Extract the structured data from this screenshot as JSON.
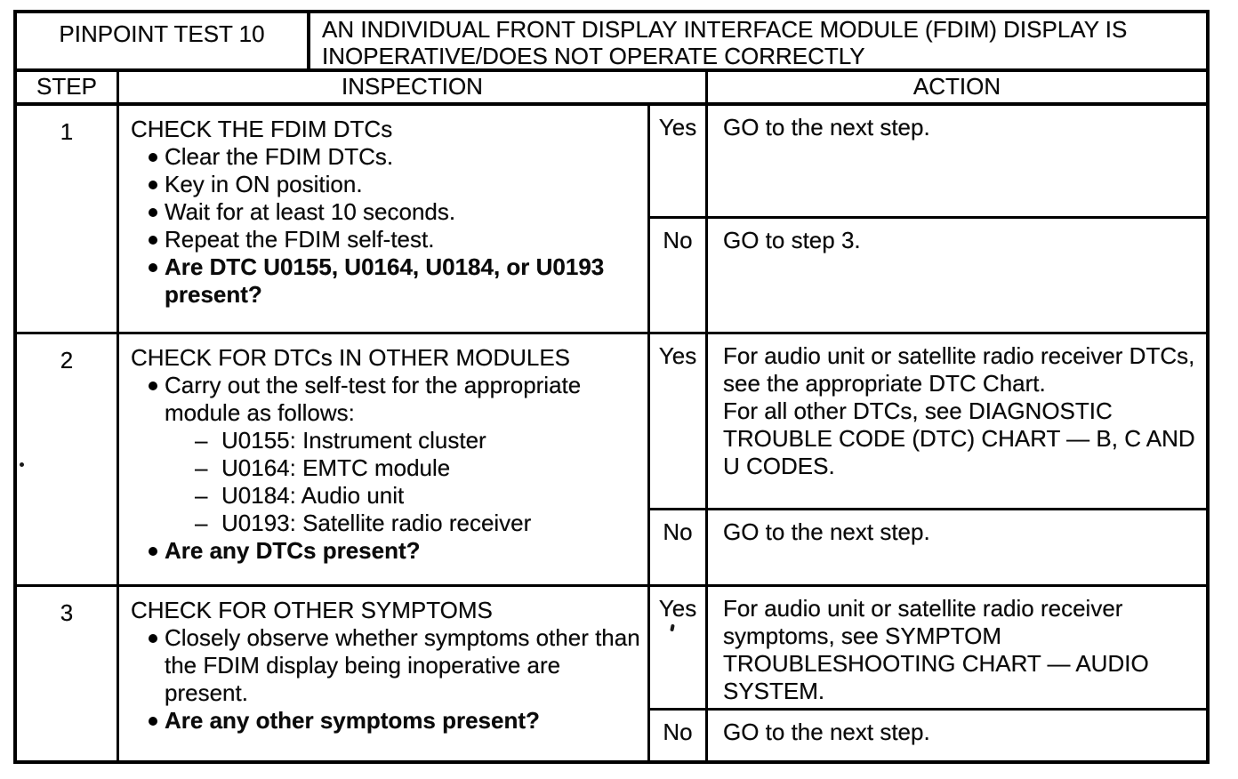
{
  "header": {
    "test_label": "PINPOINT TEST 10",
    "test_description": "AN INDIVIDUAL FRONT DISPLAY INTERFACE MODULE (FDIM) DISPLAY IS INOPERATIVE/DOES NOT OPERATE CORRECTLY"
  },
  "columns": {
    "step": "STEP",
    "inspection": "INSPECTION",
    "action": "ACTION"
  },
  "steps": [
    {
      "number": "1",
      "title": "CHECK THE FDIM DTCs",
      "bullets": [
        {
          "text": "Clear the FDIM DTCs.",
          "bold": false
        },
        {
          "text": "Key in ON position.",
          "bold": false
        },
        {
          "text": "Wait for at least 10 seconds.",
          "bold": false
        },
        {
          "text": "Repeat the FDIM self-test.",
          "bold": false
        },
        {
          "text": "Are DTC U0155, U0164, U0184, or U0193 present?",
          "bold": true
        }
      ],
      "results": [
        {
          "answer": "Yes",
          "action": [
            "GO to the next step."
          ]
        },
        {
          "answer": "No",
          "action": [
            "GO to step 3."
          ]
        }
      ]
    },
    {
      "number": "2",
      "title": "CHECK FOR DTCs IN OTHER MODULES",
      "bullets": [
        {
          "text": "Carry out the self-test for the appropriate module as follows:",
          "bold": false,
          "subitems": [
            "U0155: Instrument cluster",
            "U0164: EMTC module",
            "U0184: Audio unit",
            "U0193: Satellite radio receiver"
          ]
        },
        {
          "text": "Are any DTCs present?",
          "bold": true
        }
      ],
      "results": [
        {
          "answer": "Yes",
          "action": [
            "For audio unit or satellite radio receiver DTCs, see the appropriate DTC Chart.",
            "For all other DTCs, see DIAGNOSTIC TROUBLE CODE (DTC) CHART — B, C AND U CODES."
          ]
        },
        {
          "answer": "No",
          "action": [
            "GO to the next step."
          ]
        }
      ]
    },
    {
      "number": "3",
      "title": "CHECK FOR OTHER SYMPTOMS",
      "bullets": [
        {
          "text": "Closely observe whether symptoms other than the FDIM display being inoperative are present.",
          "bold": false
        },
        {
          "text": "Are any other symptoms present?",
          "bold": true
        }
      ],
      "results": [
        {
          "answer": "Yes",
          "action": [
            "For audio unit or satellite radio receiver symptoms, see SYMPTOM TROUBLESHOOTING CHART — AUDIO SYSTEM."
          ]
        },
        {
          "answer": "No",
          "action": [
            "GO to the next step."
          ]
        }
      ]
    }
  ]
}
